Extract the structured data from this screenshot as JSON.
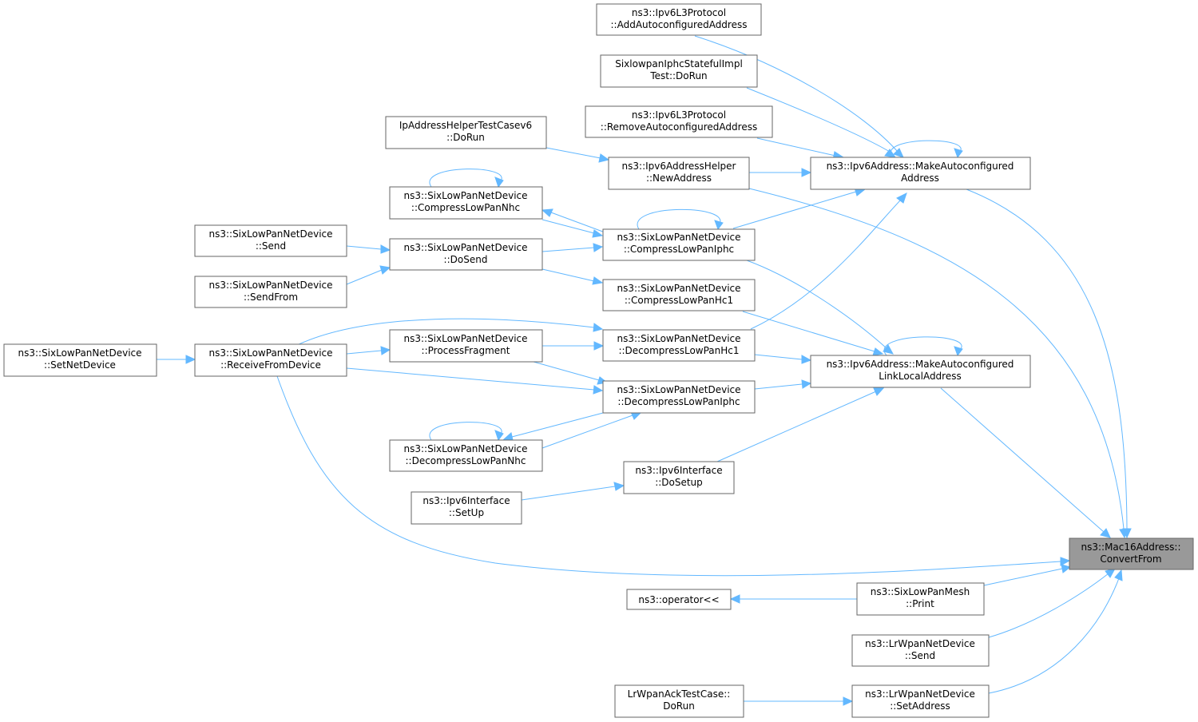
{
  "nodes": {
    "ipv6l3_addauto": [
      "ns3::Ipv6L3Protocol",
      "::AddAutoconfiguredAddress"
    ],
    "sixlowpan_iphc_test": [
      "SixlowpanIphcStatefulImpl",
      "Test::DoRun"
    ],
    "ipv6l3_removeauto": [
      "ns3::Ipv6L3Protocol",
      "::RemoveAutoconfiguredAddress"
    ],
    "ipaddr_helper_test": [
      "IpAddressHelperTestCasev6",
      "::DoRun"
    ],
    "ipv6addrhelper_newaddress": [
      "ns3::Ipv6AddressHelper",
      "::NewAddress"
    ],
    "ipv6address_makeauto": [
      "ns3::Ipv6Address::MakeAutoconfigured",
      "Address"
    ],
    "compress_nhc": [
      "ns3::SixLowPanNetDevice",
      "::CompressLowPanNhc"
    ],
    "compress_iphc": [
      "ns3::SixLowPanNetDevice",
      "::CompressLowPanIphc"
    ],
    "send": [
      "ns3::SixLowPanNetDevice",
      "::Send"
    ],
    "dosend": [
      "ns3::SixLowPanNetDevice",
      "::DoSend"
    ],
    "sendfrom": [
      "ns3::SixLowPanNetDevice",
      "::SendFrom"
    ],
    "compress_hc1": [
      "ns3::SixLowPanNetDevice",
      "::CompressLowPanHc1"
    ],
    "setnetdevice": [
      "ns3::SixLowPanNetDevice",
      "::SetNetDevice"
    ],
    "receivefromdevice": [
      "ns3::SixLowPanNetDevice",
      "::ReceiveFromDevice"
    ],
    "processfragment": [
      "ns3::SixLowPanNetDevice",
      "::ProcessFragment"
    ],
    "decompress_hc1": [
      "ns3::SixLowPanNetDevice",
      "::DecompressLowPanHc1"
    ],
    "ipv6address_makeautolinklocal": [
      "ns3::Ipv6Address::MakeAutoconfigured",
      "LinkLocalAddress"
    ],
    "decompress_iphc": [
      "ns3::SixLowPanNetDevice",
      "::DecompressLowPanIphc"
    ],
    "decompress_nhc": [
      "ns3::SixLowPanNetDevice",
      "::DecompressLowPanNhc"
    ],
    "ipv6interface_dosetup": [
      "ns3::Ipv6Interface",
      "::DoSetup"
    ],
    "ipv6interface_setup": [
      "ns3::Ipv6Interface",
      "::SetUp"
    ],
    "mac16_convertfrom": [
      "ns3::Mac16Address::",
      "ConvertFrom"
    ],
    "operator_shift": [
      "ns3::operator<<"
    ],
    "sixlowpanmesh_print": [
      "ns3::SixLowPanMesh",
      "::Print"
    ],
    "lrwpan_send": [
      "ns3::LrWpanNetDevice",
      "::Send"
    ],
    "lrwpan_ack_test": [
      "LrWpanAckTestCase::",
      "DoRun"
    ],
    "lrwpan_setaddress": [
      "ns3::LrWpanNetDevice",
      "::SetAddress"
    ]
  },
  "focus_node": "mac16_convertfrom",
  "colors": {
    "edge": "#63b8ff",
    "node_border": "#666666",
    "focus_fill": "#999999",
    "node_fill": "#ffffff"
  }
}
